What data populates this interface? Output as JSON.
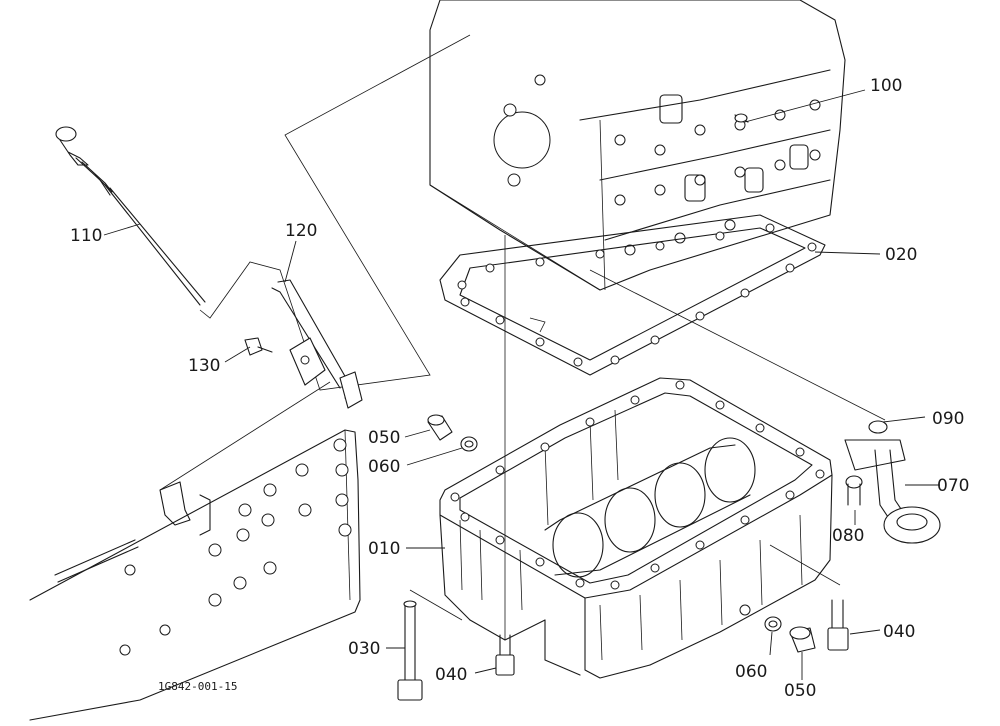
{
  "diagram": {
    "drawing_number": "1G842-001-15",
    "callouts": [
      {
        "id": "100",
        "text": "100"
      },
      {
        "id": "020",
        "text": "020"
      },
      {
        "id": "110",
        "text": "110"
      },
      {
        "id": "120",
        "text": "120"
      },
      {
        "id": "130",
        "text": "130"
      },
      {
        "id": "090",
        "text": "090"
      },
      {
        "id": "050a",
        "text": "050"
      },
      {
        "id": "060a",
        "text": "060"
      },
      {
        "id": "070",
        "text": "070"
      },
      {
        "id": "080",
        "text": "080"
      },
      {
        "id": "010",
        "text": "010"
      },
      {
        "id": "040a",
        "text": "040"
      },
      {
        "id": "030",
        "text": "030"
      },
      {
        "id": "040b",
        "text": "040"
      },
      {
        "id": "060b",
        "text": "060"
      },
      {
        "id": "050b",
        "text": "050"
      }
    ]
  }
}
